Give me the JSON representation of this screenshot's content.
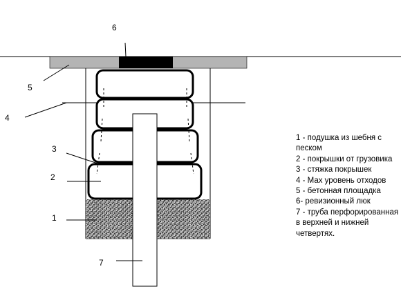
{
  "labels": {
    "n1": "1",
    "n2": "2",
    "n3": "3",
    "n4": "4",
    "n5": "5",
    "n6": "6",
    "n7": "7"
  },
  "legend": [
    "1 - подушка из шебня с песком",
    "2 - покрышки от грузовика",
    "3 - стяжка покрышек",
    "4 - Мах уровень отходов",
    "5 - бетонная площадка",
    "6- ревизионный люк",
    "7 - труба перфорированная в верхней и нижней четвертях."
  ],
  "colors": {
    "slab": "#b4b4b4",
    "hatch": "#000000",
    "line": "#000000",
    "gravel": "#3a3a3a"
  }
}
